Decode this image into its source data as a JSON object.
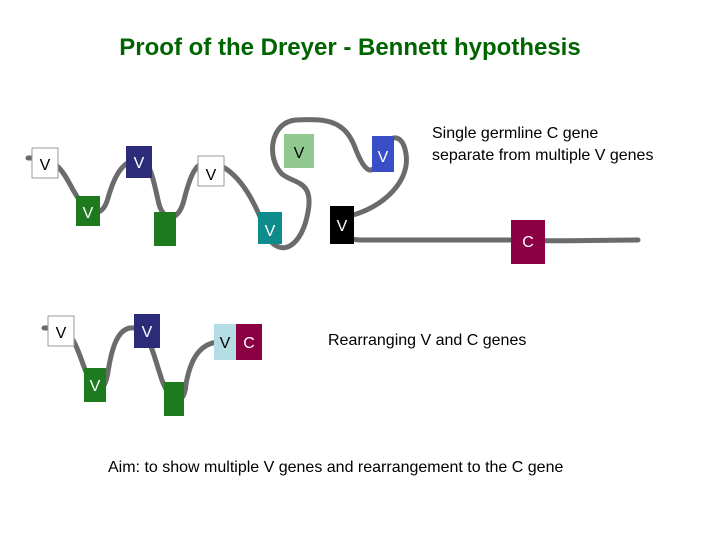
{
  "title": "Proof of the Dreyer - Bennett hypothesis",
  "germline": {
    "caption_line1": "Single germline C gene",
    "caption_line2": "separate from multiple V genes",
    "v_label": "V",
    "c_label": "C"
  },
  "rearranged": {
    "caption": "Rearranging V and C genes",
    "v_label": "V",
    "c_label": "C"
  },
  "aim": "Aim: to show multiple V genes and rearrangement to the C gene",
  "colors": {
    "title": "#006400",
    "strand": "#6b6b6b",
    "v_white": "#ffffff",
    "v_navy": "#2b2b7a",
    "v_green": "#1e7a1e",
    "v_light_green": "#90c890",
    "v_teal": "#0e8c8c",
    "v_blue": "#3a4ec8",
    "v_black": "#000000",
    "v_light_blue": "#b5dde6",
    "c_maroon": "#8b0045"
  }
}
